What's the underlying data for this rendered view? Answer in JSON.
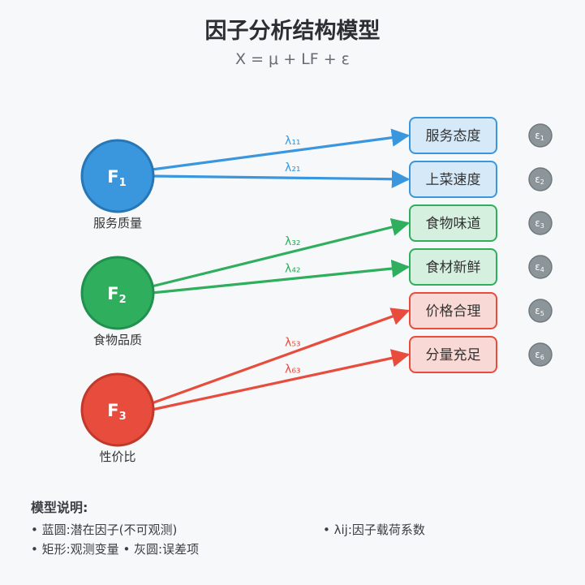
{
  "title": "因子分析结构模型",
  "subtitle": "X = μ + LF + ε",
  "colors": {
    "blue": "#3b97dd",
    "blue_light": "#d6e9f8",
    "blue_dark": "#2776b6",
    "green": "#2fae5e",
    "green_light": "#d6f0df",
    "green_dark": "#219150",
    "red": "#e74c3c",
    "red_light": "#f8d9d6",
    "red_dark": "#c0392b",
    "grey": "#8c9599",
    "grey_dark": "#6f787c"
  },
  "factors": [
    {
      "id": "F1",
      "symbol": "F",
      "sub": "1",
      "label": "服务质量",
      "color": "blue"
    },
    {
      "id": "F2",
      "symbol": "F",
      "sub": "2",
      "label": "食物品质",
      "color": "green"
    },
    {
      "id": "F3",
      "symbol": "F",
      "sub": "3",
      "label": "性价比",
      "color": "red"
    }
  ],
  "variables": [
    {
      "label": "服务态度",
      "color": "blue"
    },
    {
      "label": "上菜速度",
      "color": "blue"
    },
    {
      "label": "食物味道",
      "color": "green"
    },
    {
      "label": "食材新鲜",
      "color": "green"
    },
    {
      "label": "价格合理",
      "color": "red"
    },
    {
      "label": "分量充足",
      "color": "red"
    }
  ],
  "errors": [
    {
      "symbol": "ε",
      "sub": "1"
    },
    {
      "symbol": "ε",
      "sub": "2"
    },
    {
      "symbol": "ε",
      "sub": "3"
    },
    {
      "symbol": "ε",
      "sub": "4"
    },
    {
      "symbol": "ε",
      "sub": "5"
    },
    {
      "symbol": "ε",
      "sub": "6"
    }
  ],
  "loadings": [
    {
      "from": 0,
      "to": 0,
      "label": "λ₁₁",
      "color": "blue"
    },
    {
      "from": 0,
      "to": 1,
      "label": "λ₂₁",
      "color": "blue"
    },
    {
      "from": 1,
      "to": 2,
      "label": "λ₃₂",
      "color": "green"
    },
    {
      "from": 1,
      "to": 3,
      "label": "λ₄₂",
      "color": "green"
    },
    {
      "from": 2,
      "to": 4,
      "label": "λ₅₃",
      "color": "red"
    },
    {
      "from": 2,
      "to": 5,
      "label": "λ₆₃",
      "color": "red"
    }
  ],
  "legend": {
    "heading": "模型说明:",
    "row1_left": "• 蓝圆:潜在因子(不可观测)",
    "row1_right": "• λij:因子载荷系数",
    "row2": "• 矩形:观测变量 • 灰圆:误差项"
  }
}
